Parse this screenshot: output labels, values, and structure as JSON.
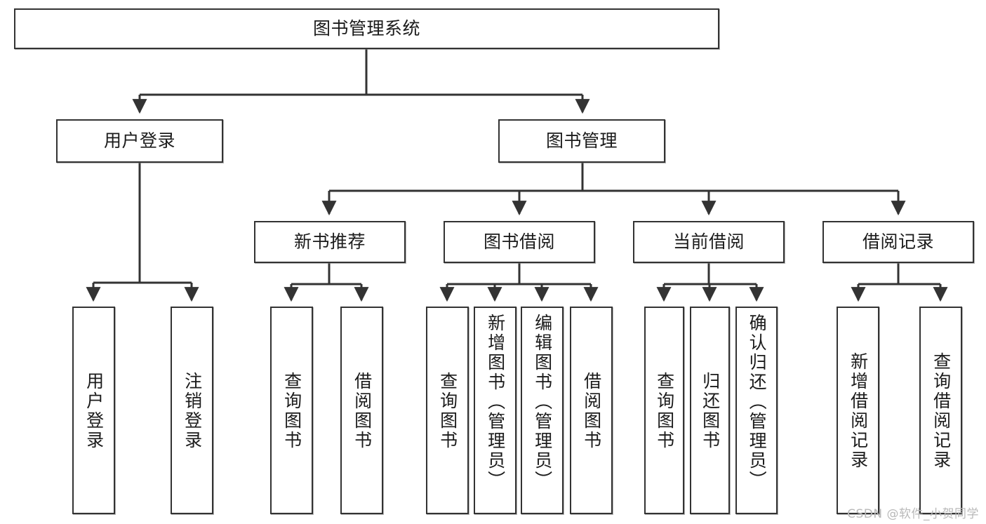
{
  "diagram": {
    "title": "图书管理系统",
    "type": "功能结构图",
    "watermark": "CSDN @软件_小贺同学",
    "colors": {
      "box_border": "#333333",
      "box_fill": "#ffffff",
      "edge": "#333333",
      "text": "#1b1b1b",
      "watermark": "#b9b9b9",
      "page_background": "#ffffff"
    },
    "nodes": {
      "root": {
        "label": "图书管理系统"
      },
      "level2": [
        {
          "id": "user-login",
          "label": "用户登录"
        },
        {
          "id": "book-manage",
          "label": "图书管理"
        }
      ],
      "level3": [
        {
          "id": "new-book-recommend",
          "label": "新书推荐"
        },
        {
          "id": "book-borrow",
          "label": "图书借阅"
        },
        {
          "id": "current-borrow",
          "label": "当前借阅"
        },
        {
          "id": "borrow-record",
          "label": "借阅记录"
        }
      ],
      "leaves": {
        "user_login": [
          {
            "id": "leaf-user-login",
            "label": "用户登录"
          },
          {
            "id": "leaf-logout-login",
            "label": "注销登录"
          }
        ],
        "new_book_recommend": [
          {
            "id": "leaf-query-book-1",
            "label": "查询图书"
          },
          {
            "id": "leaf-borrow-book-1",
            "label": "借阅图书"
          }
        ],
        "book_borrow": [
          {
            "id": "leaf-query-book-2",
            "label": "查询图书"
          },
          {
            "id": "leaf-add-book",
            "label": "新增图书（管理员）"
          },
          {
            "id": "leaf-edit-book",
            "label": "编辑图书（管理员）"
          },
          {
            "id": "leaf-borrow-book-2",
            "label": "借阅图书"
          }
        ],
        "current_borrow": [
          {
            "id": "leaf-query-book-3",
            "label": "查询图书"
          },
          {
            "id": "leaf-return-book",
            "label": "归还图书"
          },
          {
            "id": "leaf-confirm-return",
            "label": "确认归还（管理员）"
          }
        ],
        "borrow_record": [
          {
            "id": "leaf-add-borrow-record",
            "label": "新增借阅记录"
          },
          {
            "id": "leaf-query-borrow-record",
            "label": "查询借阅记录"
          }
        ]
      }
    }
  }
}
